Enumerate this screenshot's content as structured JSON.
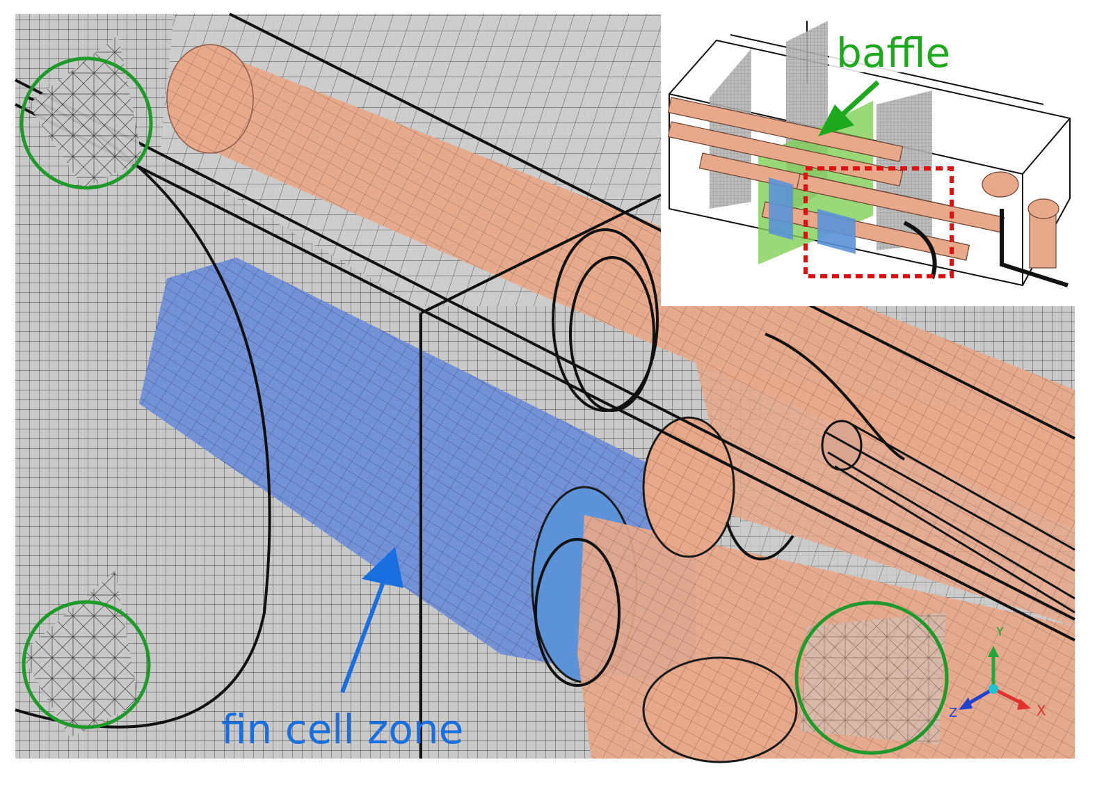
{
  "labels": {
    "baffle": "baffle",
    "fin_zone": "fin cell zone",
    "axis_x": "X",
    "axis_y": "Y",
    "axis_z": "Z"
  },
  "colors": {
    "mesh_face": "#c9c9c9",
    "mesh_line": "#2a2a2a",
    "copper_pipe": "#e8a88a",
    "fin_zone": "#5b92d8",
    "baffle": "#7fcf55",
    "highlight_circle": "#1e9a2a",
    "inset_box": "#e01010",
    "annotation_blue": "#1a6fe0",
    "annotation_green": "#1ea81e",
    "axis_x": "#e03030",
    "axis_y": "#22a83a",
    "axis_z": "#2040d0"
  },
  "icons": {
    "axes": "xyz-triad-icon",
    "baffle_arrow": "arrow-icon",
    "fin_arrow": "arrow-icon"
  }
}
